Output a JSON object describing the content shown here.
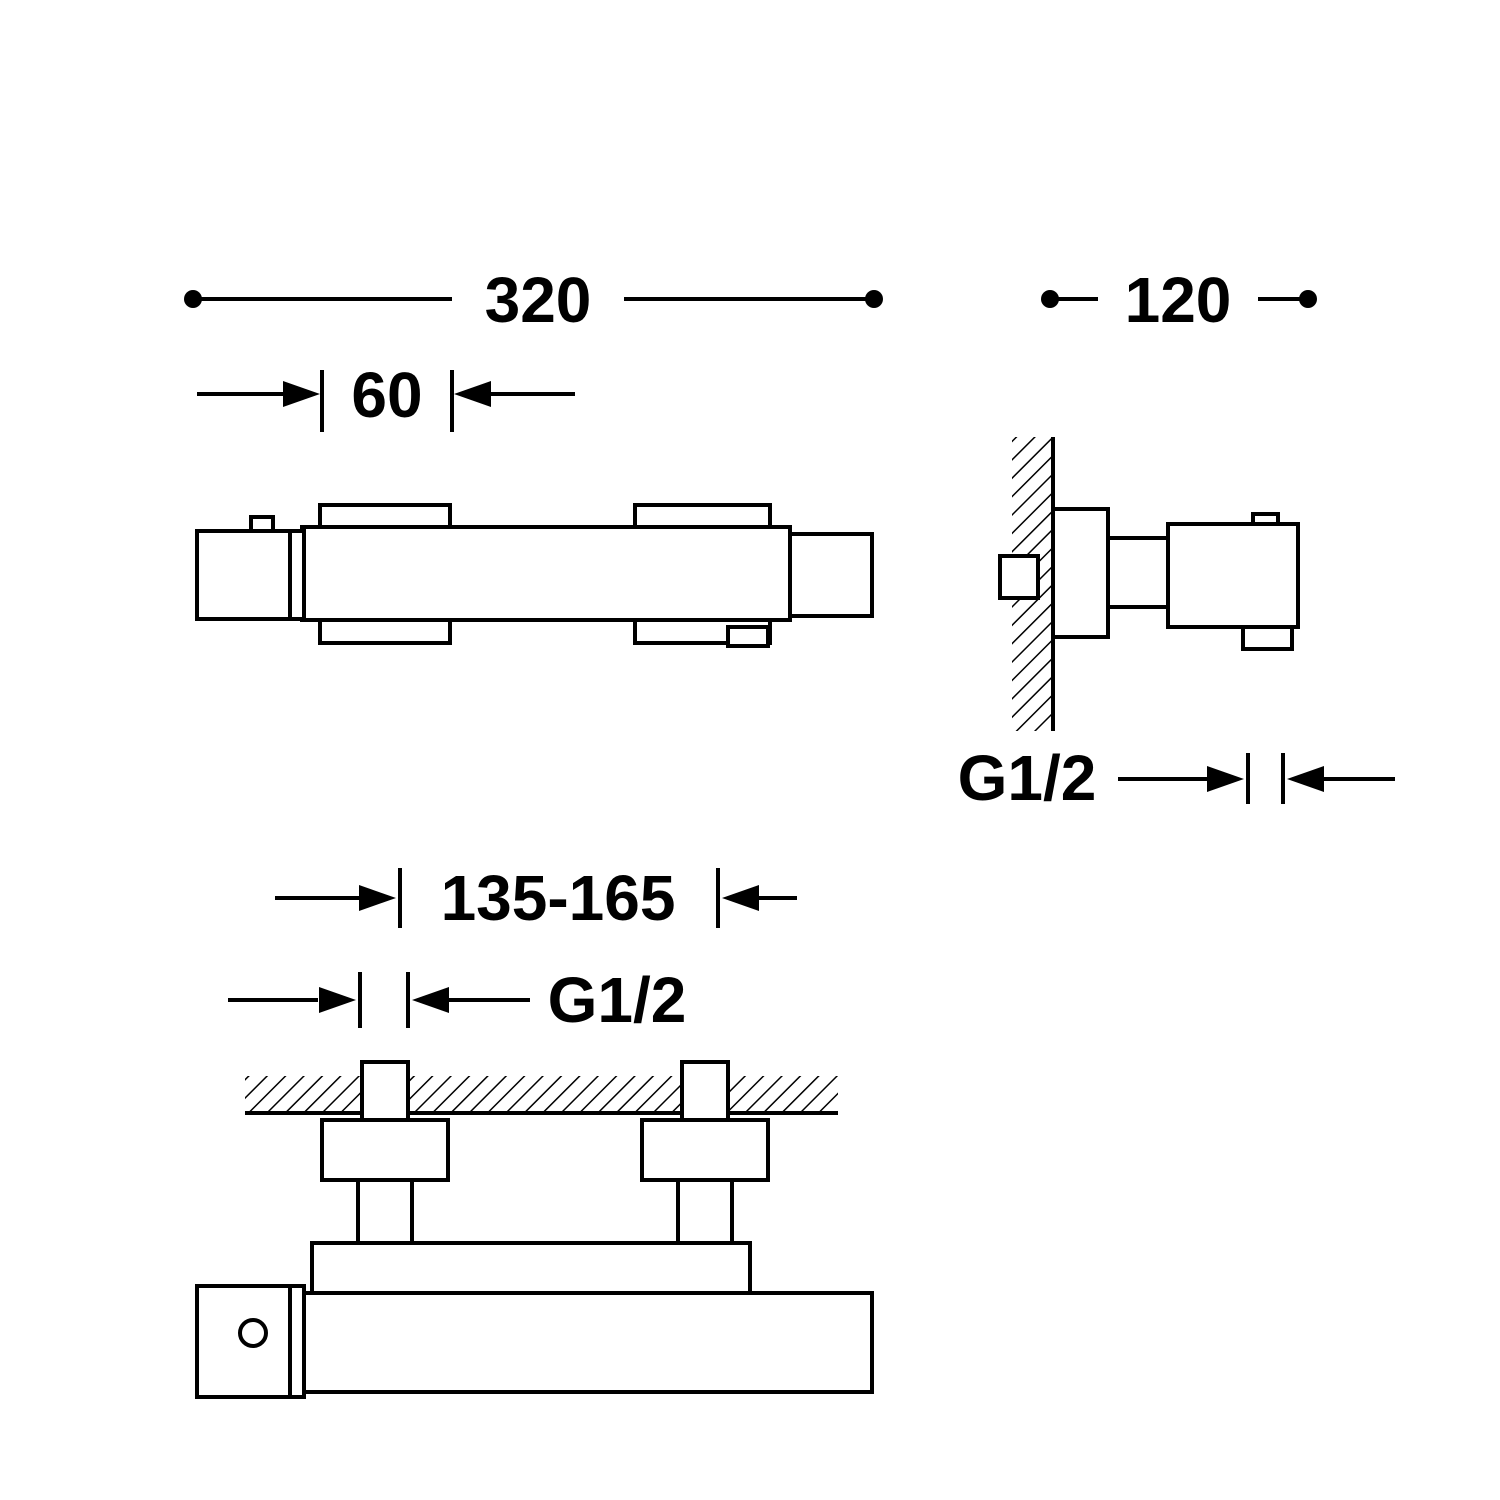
{
  "drawing": {
    "background_color": "#ffffff",
    "line_color": "#000000",
    "front_view": {
      "overall_width": "320",
      "handle_offset": "60"
    },
    "side_view": {
      "depth": "120",
      "thread": "G1/2"
    },
    "plan_view": {
      "inlet_spacing": "135-165",
      "thread": "G1/2"
    }
  }
}
